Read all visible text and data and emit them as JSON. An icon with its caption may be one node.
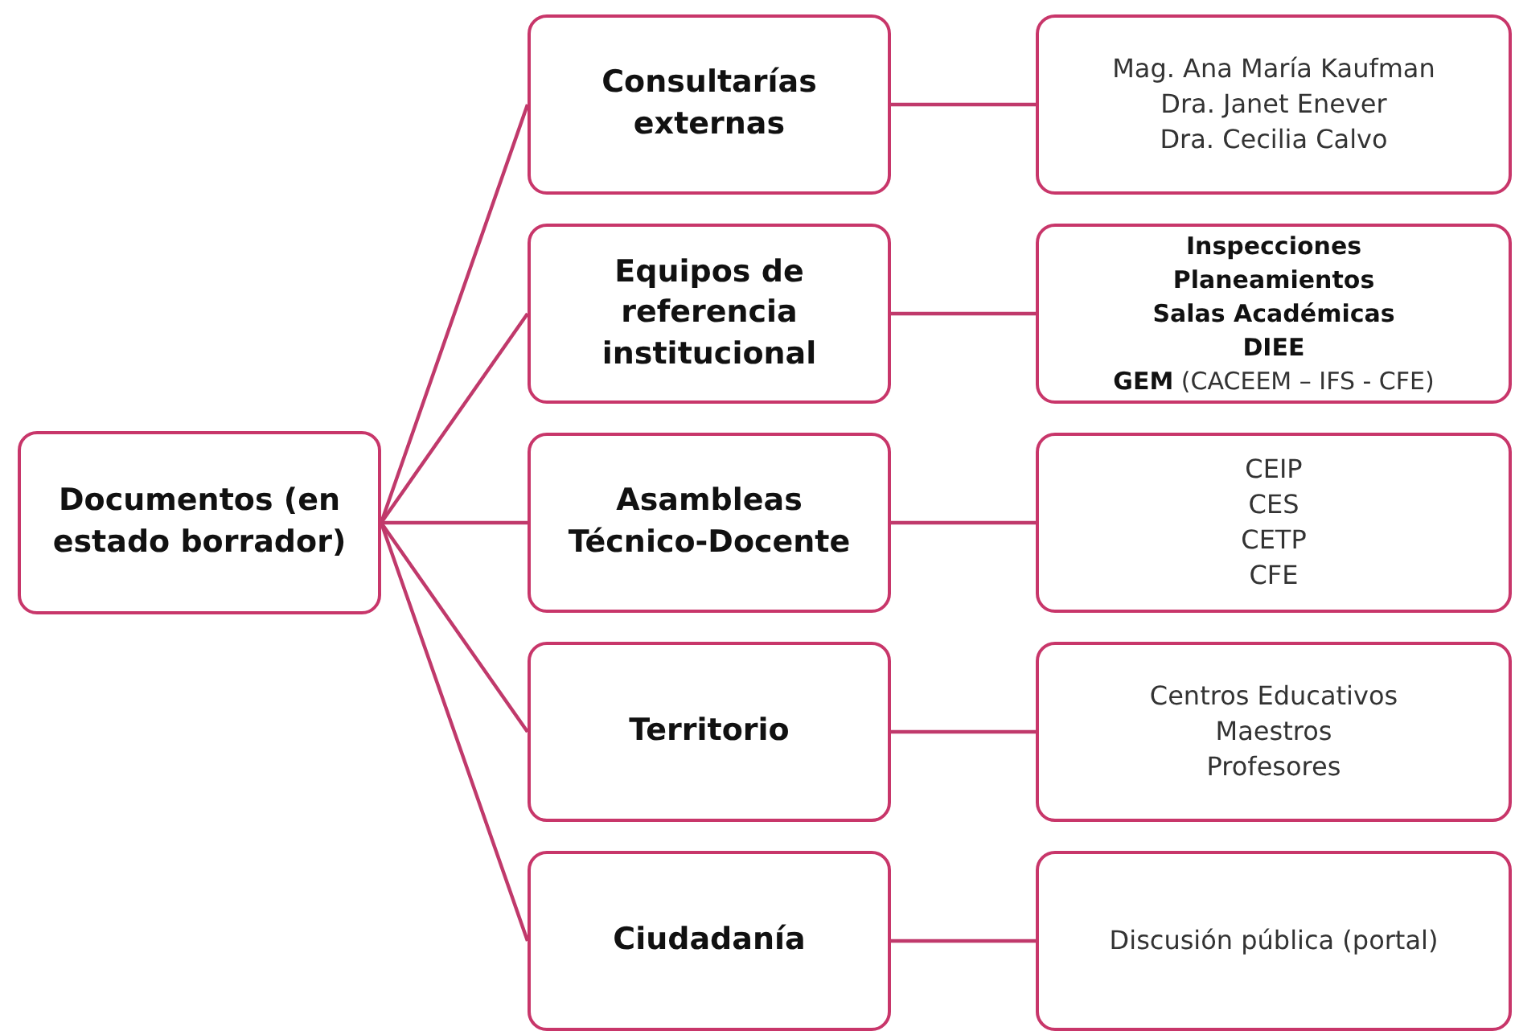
{
  "diagram": {
    "nodes": [
      {
        "text": [
          "Documentos (en estado borrador)"
        ]
      },
      {
        "text": [
          "Consultarías externas"
        ]
      },
      {
        "text": [
          "Equipos de referencia institucional"
        ]
      },
      {
        "text": [
          "Asambleas Técnico-Docente"
        ]
      },
      {
        "text": [
          "Territorio"
        ]
      },
      {
        "text": [
          "Ciudadanía"
        ]
      },
      {
        "text": [
          "Mag. Ana María Kaufman",
          "Dra. Janet Enever",
          "Dra. Cecilia Calvo"
        ]
      },
      {
        "text": [
          "**Inspecciones**",
          "**Planeamientos**",
          "**Salas Académicas**",
          "**DIEE**",
          "**GEM** (CACEEM – IFS - CFE)"
        ]
      },
      {
        "text": [
          "CEIP",
          "CES",
          "CETP",
          "CFE"
        ]
      },
      {
        "text": [
          "Centros Educativos",
          "Maestros",
          "Profesores"
        ]
      },
      {
        "text": [
          "Discusión pública (portal)"
        ]
      }
    ],
    "edges": [
      {
        "from": 0,
        "to": 1,
        "arrow": "none"
      },
      {
        "from": 0,
        "to": 2,
        "arrow": "none"
      },
      {
        "from": 0,
        "to": 3,
        "arrow": "none"
      },
      {
        "from": 0,
        "to": 4,
        "arrow": "none"
      },
      {
        "from": 0,
        "to": 5,
        "arrow": "none"
      },
      {
        "from": 1,
        "to": 6,
        "arrow": "none"
      },
      {
        "from": 2,
        "to": 7,
        "arrow": "none"
      },
      {
        "from": 3,
        "to": 8,
        "arrow": "none"
      },
      {
        "from": 4,
        "to": 9,
        "arrow": "none"
      },
      {
        "from": 5,
        "to": 10,
        "arrow": "none"
      }
    ]
  }
}
